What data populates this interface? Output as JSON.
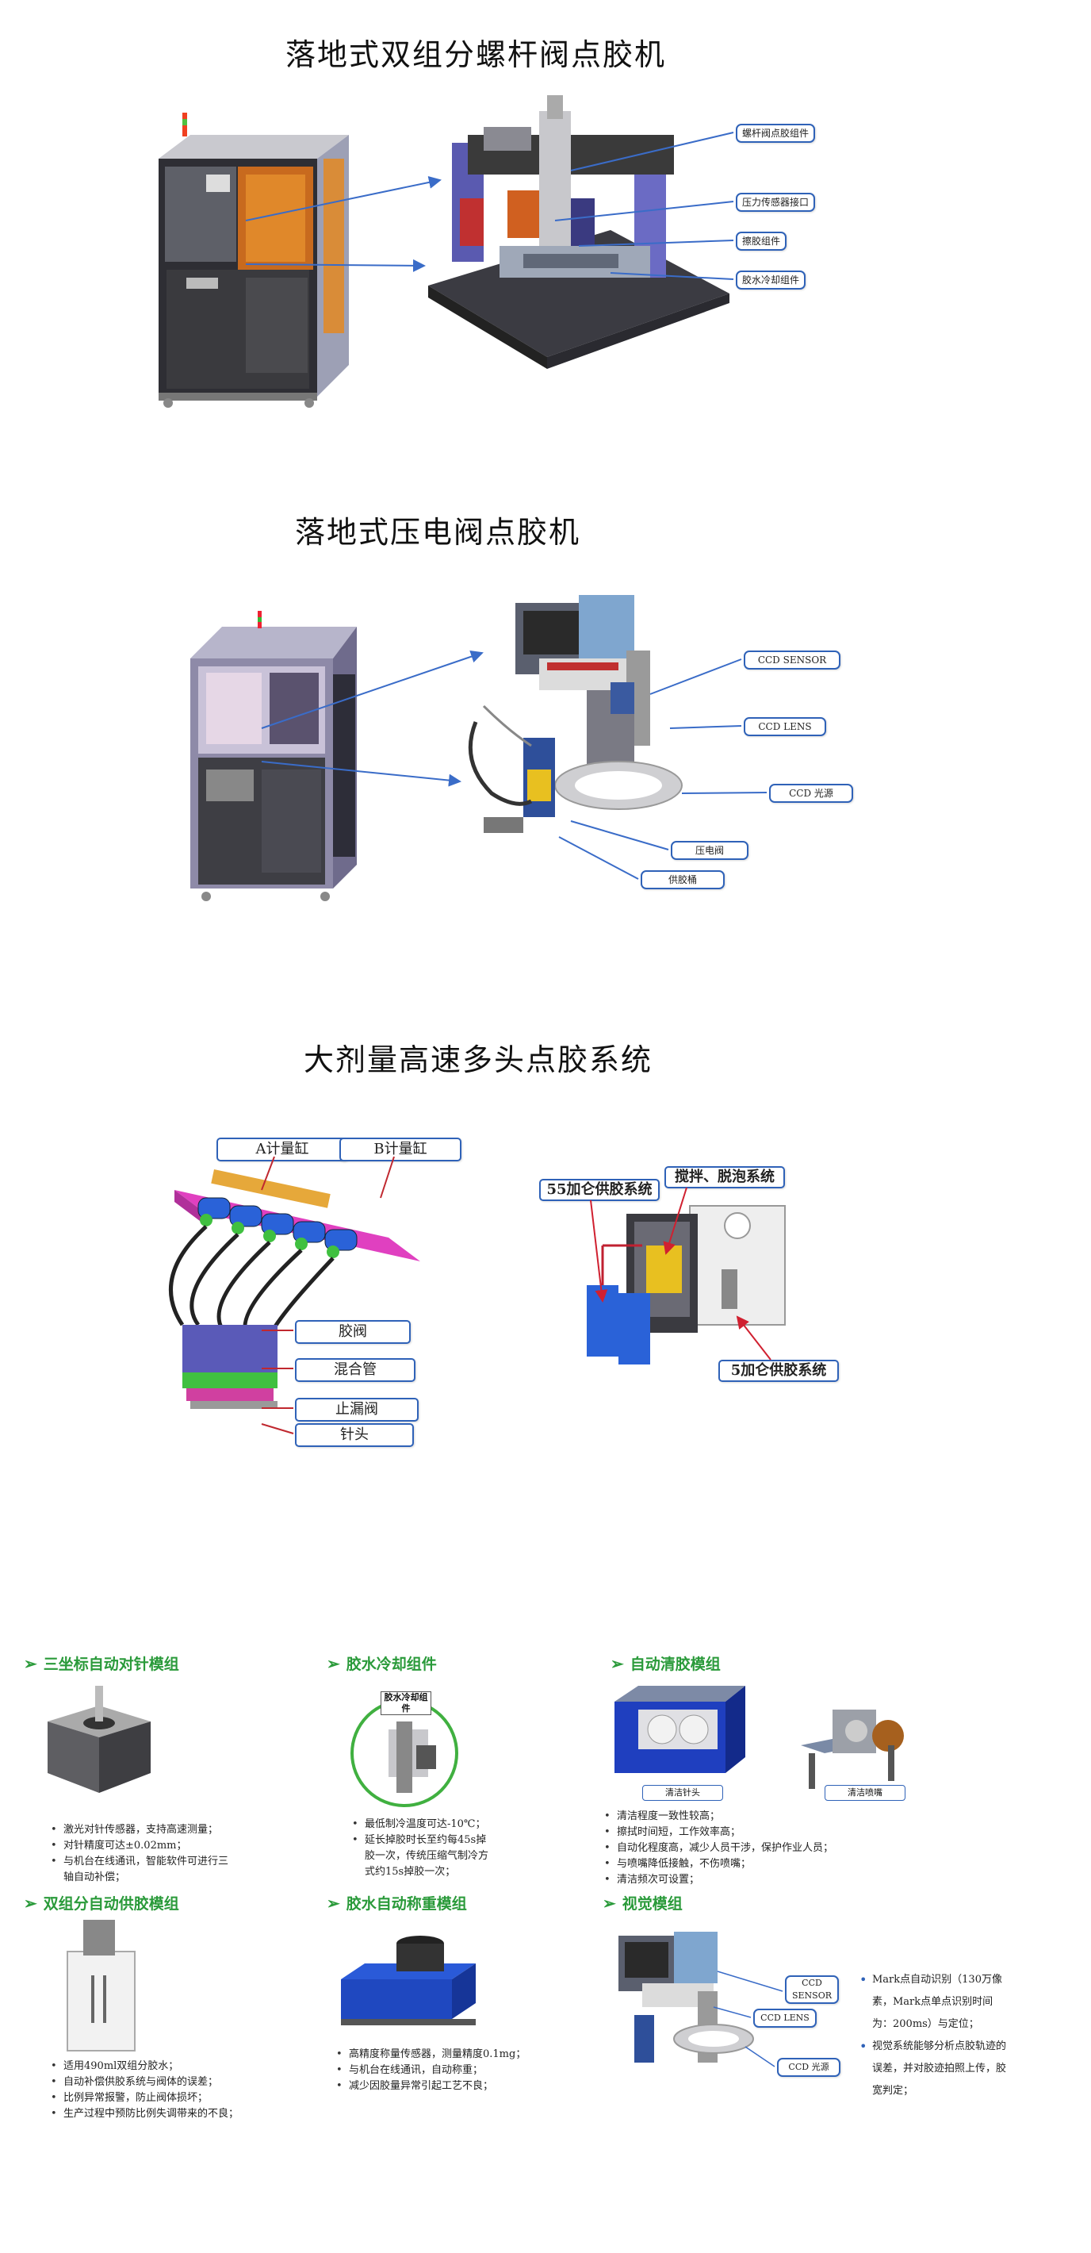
{
  "section1": {
    "title": "落地式双组分螺杆阀点胶机",
    "callouts": [
      "螺杆阀点胶组件",
      "压力传感器接口",
      "擦胶组件",
      "胶水冷却组件"
    ]
  },
  "section2": {
    "title": "落地式压电阀点胶机",
    "callouts": [
      "CCD SENSOR",
      "CCD LENS",
      "CCD 光源",
      "压电阀",
      "供胶桶"
    ]
  },
  "section3": {
    "title": "大剂量高速多头点胶系统",
    "left_callouts": [
      "A计量缸",
      "B计量缸",
      "胶阀",
      "混合管",
      "止漏阀",
      "针头"
    ],
    "right_callouts": [
      "55加仑供胶系统",
      "搅拌、脱泡系统",
      "5加仑供胶系统"
    ]
  },
  "modules": {
    "m1": {
      "title": "三坐标自动对针模组",
      "items": [
        "激光对针传感器，支持高速测量；",
        "对针精度可达±0.02mm；",
        "与机台在线通讯，智能软件可进行三轴自动补偿；"
      ]
    },
    "m2": {
      "title": "胶水冷却组件",
      "badge": "胶水冷却组件",
      "items": [
        "最低制冷温度可达-10℃；",
        "延长掉胶时长至约每45s掉胶一次，传统压缩气制冷方式约15s掉胶一次；"
      ]
    },
    "m3": {
      "title": "自动清胶模组",
      "captions": [
        "清洁针头",
        "清洁喷嘴"
      ],
      "items": [
        "清洁程度一致性较高；",
        "擦拭时间短，工作效率高；",
        "自动化程度高，减少人员干涉，保护作业人员；",
        "与喷嘴降低接触，不伤喷嘴；",
        "清洁频次可设置；"
      ]
    },
    "m4": {
      "title": "双组分自动供胶模组",
      "items": [
        "适用490ml双组分胶水；",
        "自动补偿供胶系统与阀体的误差；",
        "比例异常报警，防止阀体损坏；",
        "生产过程中预防比例失调带来的不良；"
      ]
    },
    "m5": {
      "title": "胶水自动称重模组",
      "items": [
        "高精度称量传感器，测量精度0.1mg；",
        "与机台在线通讯，自动称重；",
        "减少因胶量异常引起工艺不良；"
      ]
    },
    "m6": {
      "title": "视觉模组",
      "callouts": [
        "CCD SENSOR",
        "CCD LENS",
        "CCD 光源"
      ],
      "items": [
        "Mark点自动识别（130万像素，Mark点单点识别时间为：200ms）与定位；",
        "视觉系统能够分析点胶轨迹的误差，并对胶迹拍照上传，胶宽判定；"
      ]
    }
  }
}
